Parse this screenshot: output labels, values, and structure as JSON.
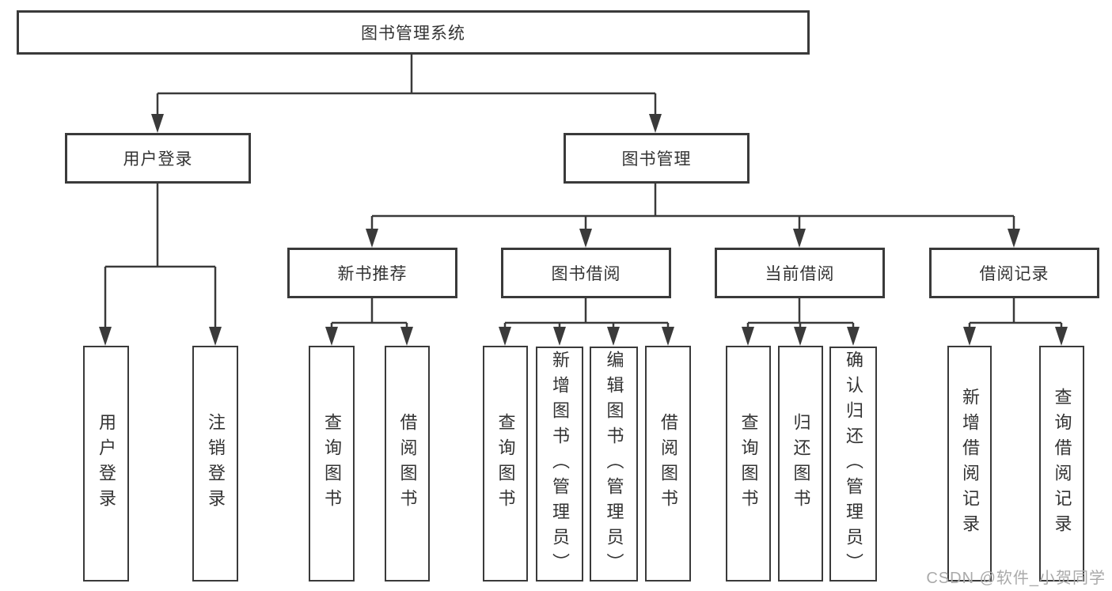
{
  "tree": {
    "root": {
      "label": "图书管理系统"
    },
    "user_login": {
      "label": "用户登录",
      "children": [
        {
          "label": "用户登录"
        },
        {
          "label": "注销登录"
        }
      ]
    },
    "book_mgmt": {
      "label": "图书管理",
      "sections": [
        {
          "label": "新书推荐",
          "children": [
            {
              "label": "查询图书"
            },
            {
              "label": "借阅图书"
            }
          ]
        },
        {
          "label": "图书借阅",
          "children": [
            {
              "label": "查询图书"
            },
            {
              "label": "新增图书（管理员）"
            },
            {
              "label": "编辑图书（管理员）"
            },
            {
              "label": "借阅图书"
            }
          ]
        },
        {
          "label": "当前借阅",
          "children": [
            {
              "label": "查询图书"
            },
            {
              "label": "归还图书"
            },
            {
              "label": "确认归还（管理员）"
            }
          ]
        },
        {
          "label": "借阅记录",
          "children": [
            {
              "label": "新增借阅记录"
            },
            {
              "label": "查询借阅记录"
            }
          ]
        }
      ]
    }
  },
  "watermark": "CSDN @软件_小贺同学",
  "colors": {
    "line": "#3a3a3a",
    "text": "#333333",
    "watermark": "#aaaaaa",
    "background": "#ffffff"
  }
}
